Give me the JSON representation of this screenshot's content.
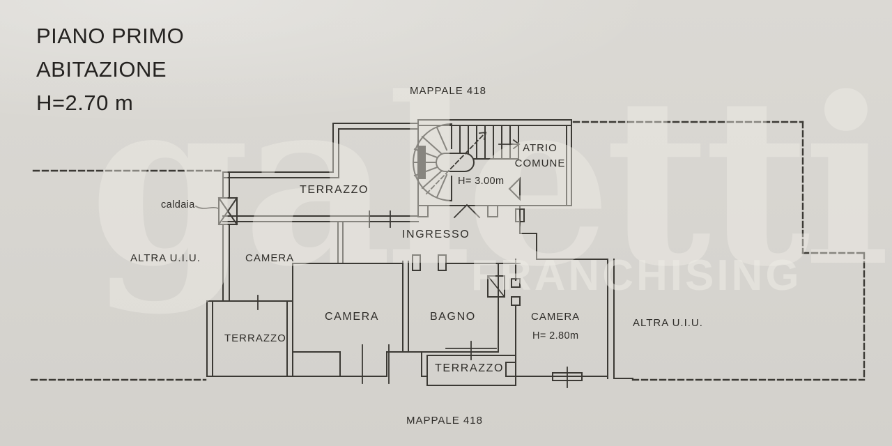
{
  "title": {
    "line1": "PIANO PRIMO",
    "line2": "ABITAZIONE",
    "line3": "H=2.70 m"
  },
  "plan": {
    "mappale_top": "MAPPALE 418",
    "mappale_bottom": "MAPPALE 418",
    "labels": {
      "atrio_line1": "ATRIO",
      "atrio_line2": "COMUNE",
      "atrio_height": "H= 3.00m",
      "terrazzo_top": "TERRAZZO",
      "caldaia": "caldaia",
      "ingresso": "INGRESSO",
      "altra_uiu_left": "ALTRA U.I.U.",
      "camera_top": "CAMERA",
      "camera_mid": "CAMERA",
      "bagno": "BAGNO",
      "camera_right": "CAMERA",
      "camera_right_height": "H= 2.80m",
      "altra_uiu_right": "ALTRA U.I.U.",
      "terrazzo_left": "TERRAZZO",
      "terrazzo_bottom": "TERRAZZO"
    }
  },
  "watermark": {
    "brand": "galetti",
    "subbrand": "FRANCHISING"
  },
  "colors": {
    "paper": "#d8d6d1",
    "ink": "#393733",
    "watermark": "#f0eee8"
  }
}
